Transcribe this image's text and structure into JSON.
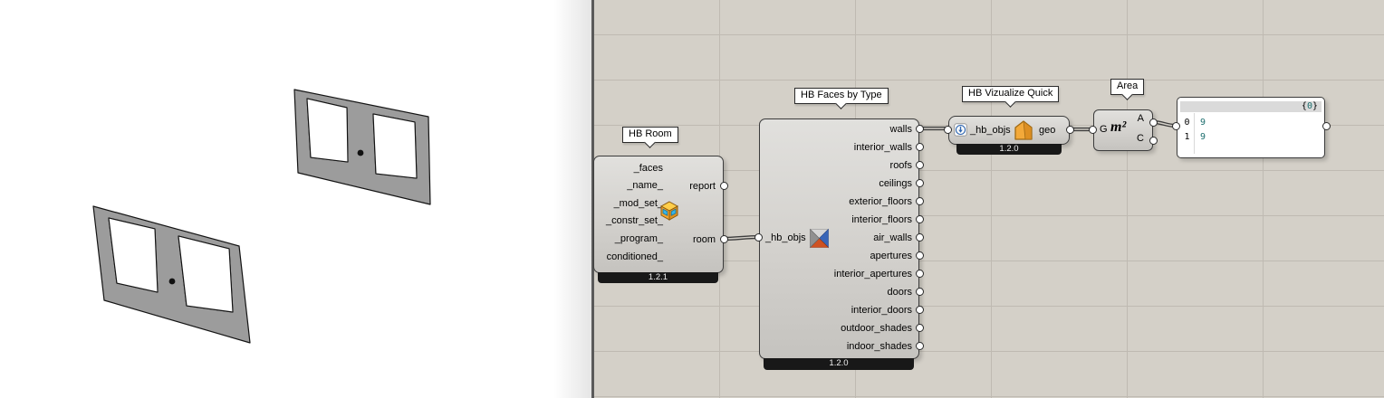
{
  "viewport": {
    "kind": "rhino-3d-view",
    "object_fill": "#9c9c9c",
    "object_outline": "#141414"
  },
  "canvas": {
    "kind": "grasshopper-canvas",
    "background": "#d4d0c8",
    "grid_line_color": "#bfbab2",
    "wire_color": "#3d3d3d"
  },
  "components": {
    "hb_room": {
      "tag": "HB Room",
      "inputs": [
        "_faces",
        "_name_",
        "_mod_set_",
        "_constr_set_",
        "_program_",
        "conditioned_"
      ],
      "outputs": [
        "report",
        "room"
      ],
      "version": "1.2.1",
      "icon": "honeybee-room-cube-icon"
    },
    "hb_faces_by_type": {
      "tag": "HB Faces by Type",
      "input": "_hb_objs",
      "outputs": [
        "walls",
        "interior_walls",
        "roofs",
        "ceilings",
        "exterior_floors",
        "interior_floors",
        "air_walls",
        "apertures",
        "interior_apertures",
        "doors",
        "interior_doors",
        "outdoor_shades",
        "indoor_shades"
      ],
      "version": "1.2.0",
      "icon": "faces-by-type-arrows-icon"
    },
    "hb_vizualize_quick": {
      "tag": "HB Vizualize Quick",
      "input": "_hb_objs",
      "output": "geo",
      "version": "1.2.0",
      "icons": [
        "internalize-down-arrow-icon",
        "honeybee-house-icon"
      ]
    },
    "area": {
      "tag": "Area",
      "input": "G",
      "symbol": "m²",
      "outputs": [
        "A",
        "C"
      ]
    },
    "panel": {
      "path_open": "{",
      "path_key": "0",
      "path_close": "}",
      "rows": [
        {
          "index": "0",
          "value": "9"
        },
        {
          "index": "1",
          "value": "9"
        }
      ]
    }
  },
  "colors": {
    "honeybee_orange": "#f2a52e",
    "icon_blue": "#3a66b8",
    "panel_value_teal": "#1d6e6e",
    "version_bar": "#181818"
  }
}
